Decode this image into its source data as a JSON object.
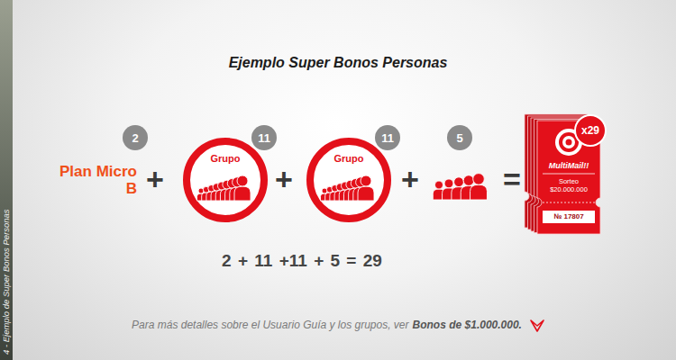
{
  "diagram": {
    "title": "Ejemplo Super Bonos Personas",
    "nodes": [
      {
        "text": [
          "2"
        ]
      },
      {
        "text": [
          "Grupo"
        ]
      },
      {
        "text": [
          "11"
        ]
      },
      {
        "text": [
          "Grupo"
        ]
      },
      {
        "text": [
          "11"
        ]
      },
      {
        "text": [
          "5"
        ]
      },
      {
        "text": [
          "MultiMail!!",
          "Sorteo $20.000.000",
          "№ 17807"
        ]
      },
      {
        "text": [
          "x29"
        ]
      }
    ],
    "labels": [
      "Plan Micro B",
      "+",
      "+",
      "+",
      "=",
      "2 + 11 +11 + 5 = 29",
      "Para más detalles sobre el Usuario Guía y los grupos, ver",
      "Bonos de $1.000.000.",
      "4 - Ejemplo de Super Bonos Personas"
    ]
  }
}
